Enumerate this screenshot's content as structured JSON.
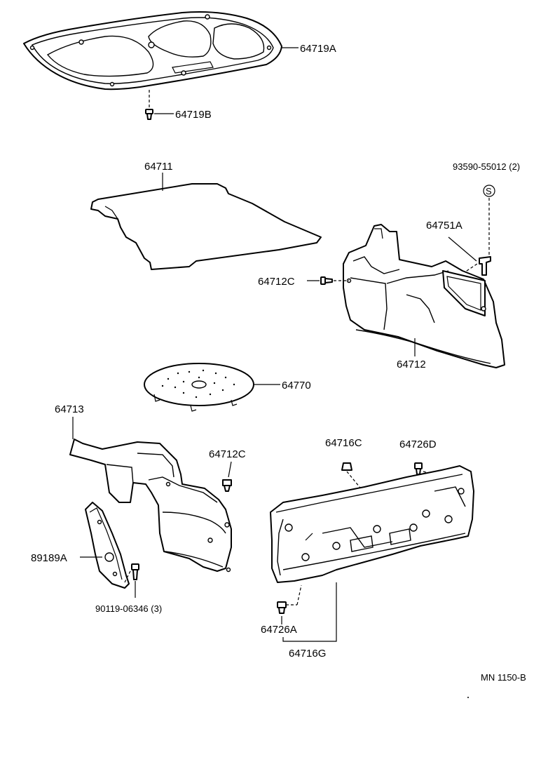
{
  "labels": {
    "hood_insulator": "64719A",
    "hood_clip": "64719B",
    "floor_mat": "64711",
    "bolt_s": "93590-55012 (2)",
    "bracket": "64751A",
    "screw_right": "64712C",
    "side_trim_right": "64712",
    "spare_cover": "64770",
    "side_trim_left": "64713",
    "screw_left": "64712C",
    "panel_clip_top": "64716C",
    "panel_clip_right": "64726D",
    "plate": "89189A",
    "plate_screw": "90119-06346 (3)",
    "panel_clip_bottom": "64726A",
    "back_panel_trim": "64716G",
    "sheet_code": "MN 1150-B"
  },
  "symbols": {
    "s_mark": "S"
  },
  "colors": {
    "line": "#000000",
    "background": "#ffffff"
  }
}
